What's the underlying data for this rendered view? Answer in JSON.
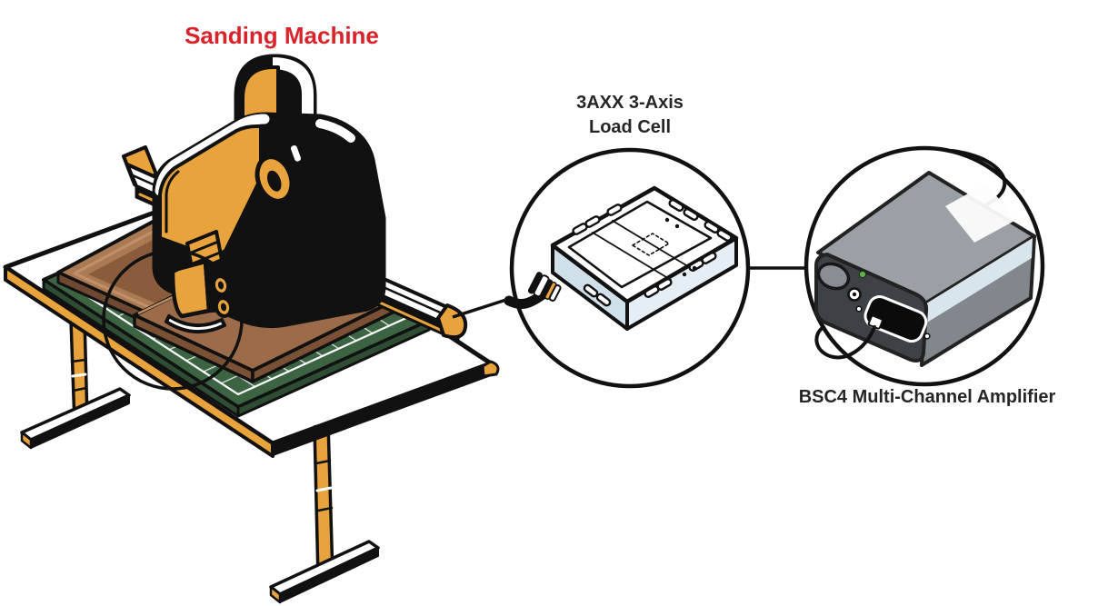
{
  "title_label": {
    "text": "Sanding Machine",
    "color": "#d9232a"
  },
  "load_cell_label": {
    "line1": "3AXX 3-Axis",
    "line2": "Load Cell",
    "color": "#262626"
  },
  "amplifier_label": {
    "text": "BSC4 Multi-Channel Amplifier",
    "color": "#262626"
  },
  "palette": {
    "outline": "#111111",
    "amber": "#e8a33c",
    "mat_green": "#3c6442",
    "mat_edge_green": "#2e4d33",
    "board_brown": "#9c6b49",
    "board_frame_brown": "#aa7b52",
    "board_dark_brown": "#6e4830",
    "load_cell_side": "#cfe0ea",
    "amp_top_gray": "#9aa0a5",
    "amp_side_gray": "#81878c",
    "amp_panel_dark": "#3e4247",
    "amp_stripe_blue": "#d9e5ec",
    "led_green": "#5cb648",
    "label_red": "#d9232a"
  }
}
